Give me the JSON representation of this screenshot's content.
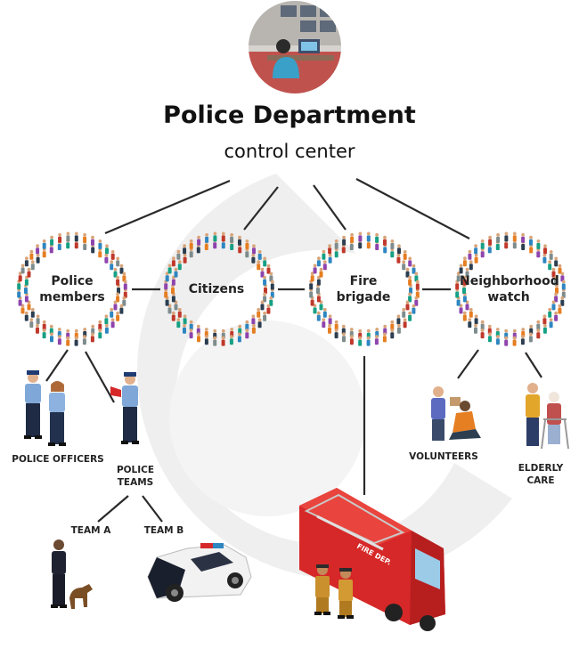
{
  "header": {
    "title": "Police Department",
    "subtitle": "control center"
  },
  "nodes": [
    {
      "id": "police-members",
      "line1": "Police",
      "line2": "members"
    },
    {
      "id": "citizens",
      "line1": "Citizens",
      "line2": ""
    },
    {
      "id": "fire-brigade",
      "line1": "Fire",
      "line2": "brigade"
    },
    {
      "id": "neighborhood-watch",
      "line1": "Neighborhood",
      "line2": "watch"
    }
  ],
  "sub_labels": {
    "police_officers": "POLICE OFFICERS",
    "police_teams_1": "POLICE",
    "police_teams_2": "TEAMS",
    "team_a": "TEAM A",
    "team_b": "TEAM B",
    "volunteers": "VOLUNTEERS",
    "elderly_1": "ELDERLY",
    "elderly_2": "CARE"
  },
  "truck_text": "FIRE DEP.",
  "colors": {
    "line": "#2a2a2a",
    "crowd": [
      "#2c3e50",
      "#c0392b",
      "#2e86c1",
      "#e67e22",
      "#7f8c8d",
      "#16a085",
      "#8e44ad"
    ],
    "police_blue": "#1f3b73",
    "fire_red": "#d62828",
    "watermark": "#eeeeee"
  }
}
